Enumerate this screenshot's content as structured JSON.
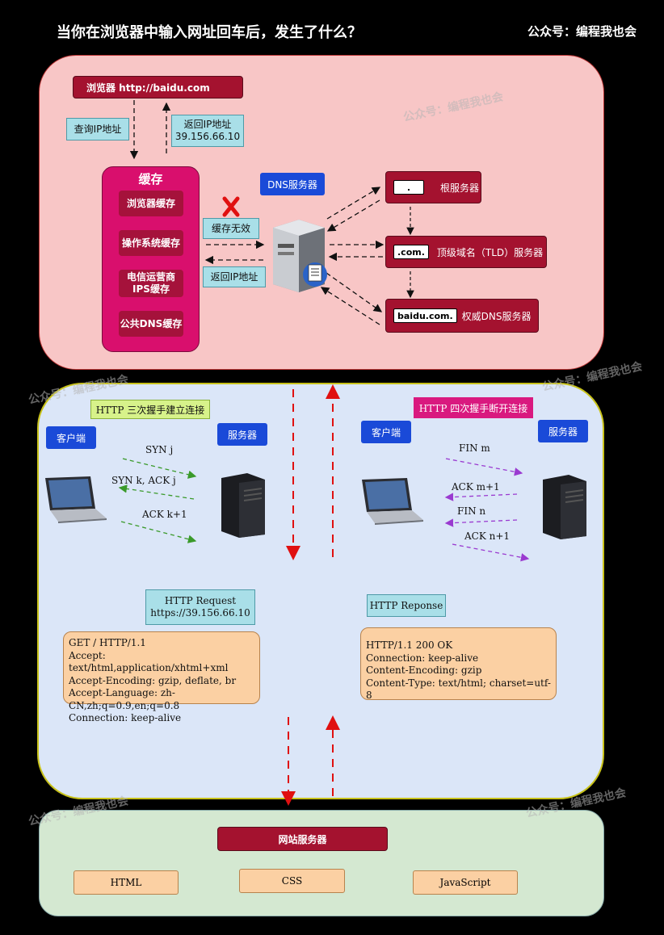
{
  "header": {
    "title": "当你在浏览器中输入网址回车后，发生了什么？",
    "brand": "公众号：编程我也会"
  },
  "watermark": "公众号：编程我也会",
  "dns_section": {
    "browser_label": "浏览器  http://baidu.com",
    "query_ip": "查询IP地址",
    "return_ip_line1": "返回IP地址",
    "return_ip_line2": "39.156.66.10",
    "cache": {
      "title": "缓存",
      "items": [
        "浏览器缓存",
        "操作系统缓存",
        "电信运营商IPS缓存",
        "公共DNS缓存"
      ]
    },
    "cache_invalid": "缓存无效",
    "return_ip": "返回IP地址",
    "dns_server": "DNS服务器",
    "root": {
      "tag": ".",
      "label": "根服务器"
    },
    "tld": {
      "tag": ".com.",
      "label": "顶级域名（TLD）服务器"
    },
    "auth": {
      "tag": "baidu.com.",
      "label": "权威DNS服务器"
    }
  },
  "handshake": {
    "title": "HTTP 三次握手建立连接",
    "client": "客户端",
    "server": "服务器",
    "steps": [
      "SYN j",
      "SYN k,  ACK j",
      "ACK k+1"
    ]
  },
  "wave": {
    "title": "HTTP 四次握手断开连接",
    "client": "客户端",
    "server": "服务器",
    "steps": [
      "FIN m",
      "ACK m+1",
      "FIN n",
      "ACK n+1"
    ]
  },
  "request": {
    "title_line1": "HTTP Request",
    "title_line2": "https://39.156.66.10",
    "lines": [
      "GET / HTTP/1.1",
      "Accept: text/html,application/xhtml+xml",
      "Accept-Encoding: gzip, deflate, br",
      "Accept-Language: zh-CN,zh;q=0.9,en;q=0.8",
      "Connection: keep-alive"
    ]
  },
  "response": {
    "title": "HTTP Reponse",
    "lines": [
      "HTTP/1.1 200 OK",
      "Connection: keep-alive",
      "Content-Encoding: gzip",
      "Content-Type: text/html; charset=utf-8"
    ]
  },
  "website": {
    "server": "网站服务器",
    "files": [
      "HTML",
      "CSS",
      "JavaScript"
    ]
  }
}
